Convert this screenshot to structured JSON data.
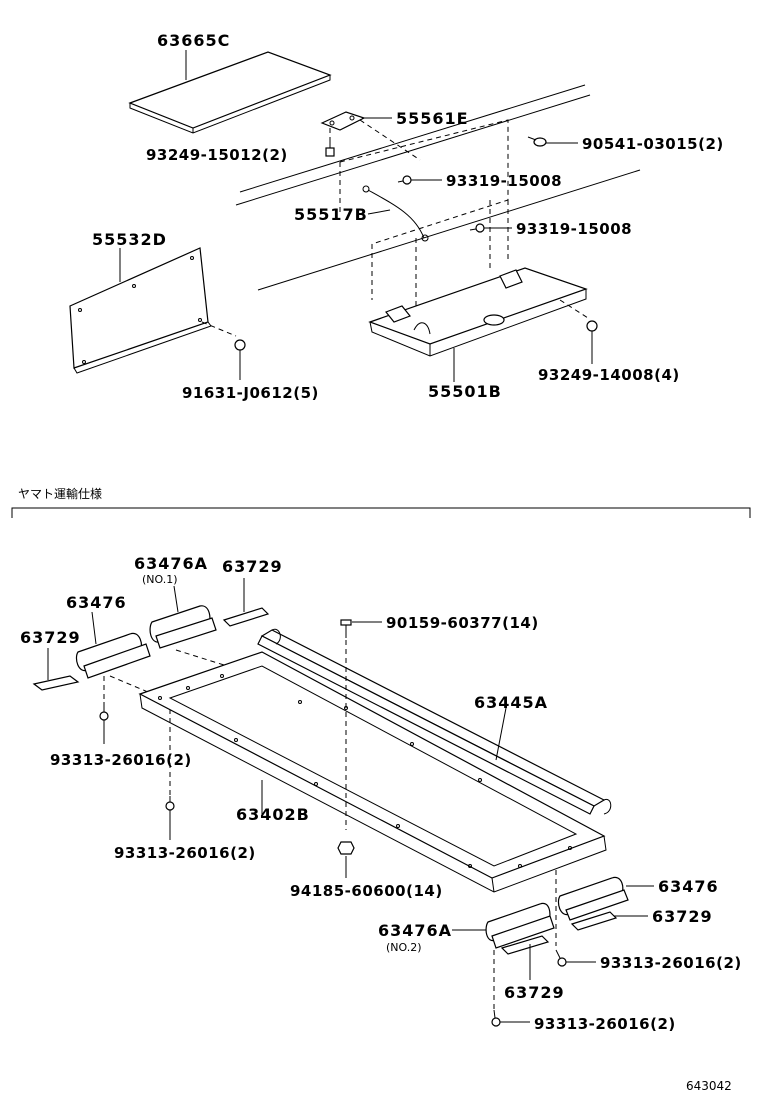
{
  "upper_parts": {
    "p63665c": "63665C",
    "p55561e": "55561E",
    "p93249_15012": "93249-15012(2)",
    "p90541_03015": "90541-03015(2)",
    "p93319_15008_a": "93319-15008",
    "p55517b": "55517B",
    "p93319_15008_b": "93319-15008",
    "p55532d": "55532D",
    "p93249_14008": "93249-14008(4)",
    "p91631_j0612": "91631-J0612(5)",
    "p55501b": "55501B"
  },
  "section_title": "ヤマト運輸仕様",
  "lower_parts": {
    "p63476a_top": "63476A",
    "p63476a_top_note": "(NO.1)",
    "p63729_top": "63729",
    "p63476_left": "63476",
    "p63729_left": "63729",
    "p90159_60377": "90159-60377(14)",
    "p63445a": "63445A",
    "p93313_26016_a": "93313-26016(2)",
    "p63402b": "63402B",
    "p93313_26016_b": "93313-26016(2)",
    "p94185_60600": "94185-60600(14)",
    "p63476_right": "63476",
    "p63729_right": "63729",
    "p63476a_bottom": "63476A",
    "p63476a_bottom_note": "(NO.2)",
    "p93313_26016_c": "93313-26016(2)",
    "p63729_bottom": "63729",
    "p93313_26016_d": "93313-26016(2)"
  },
  "figure_number": "643042"
}
